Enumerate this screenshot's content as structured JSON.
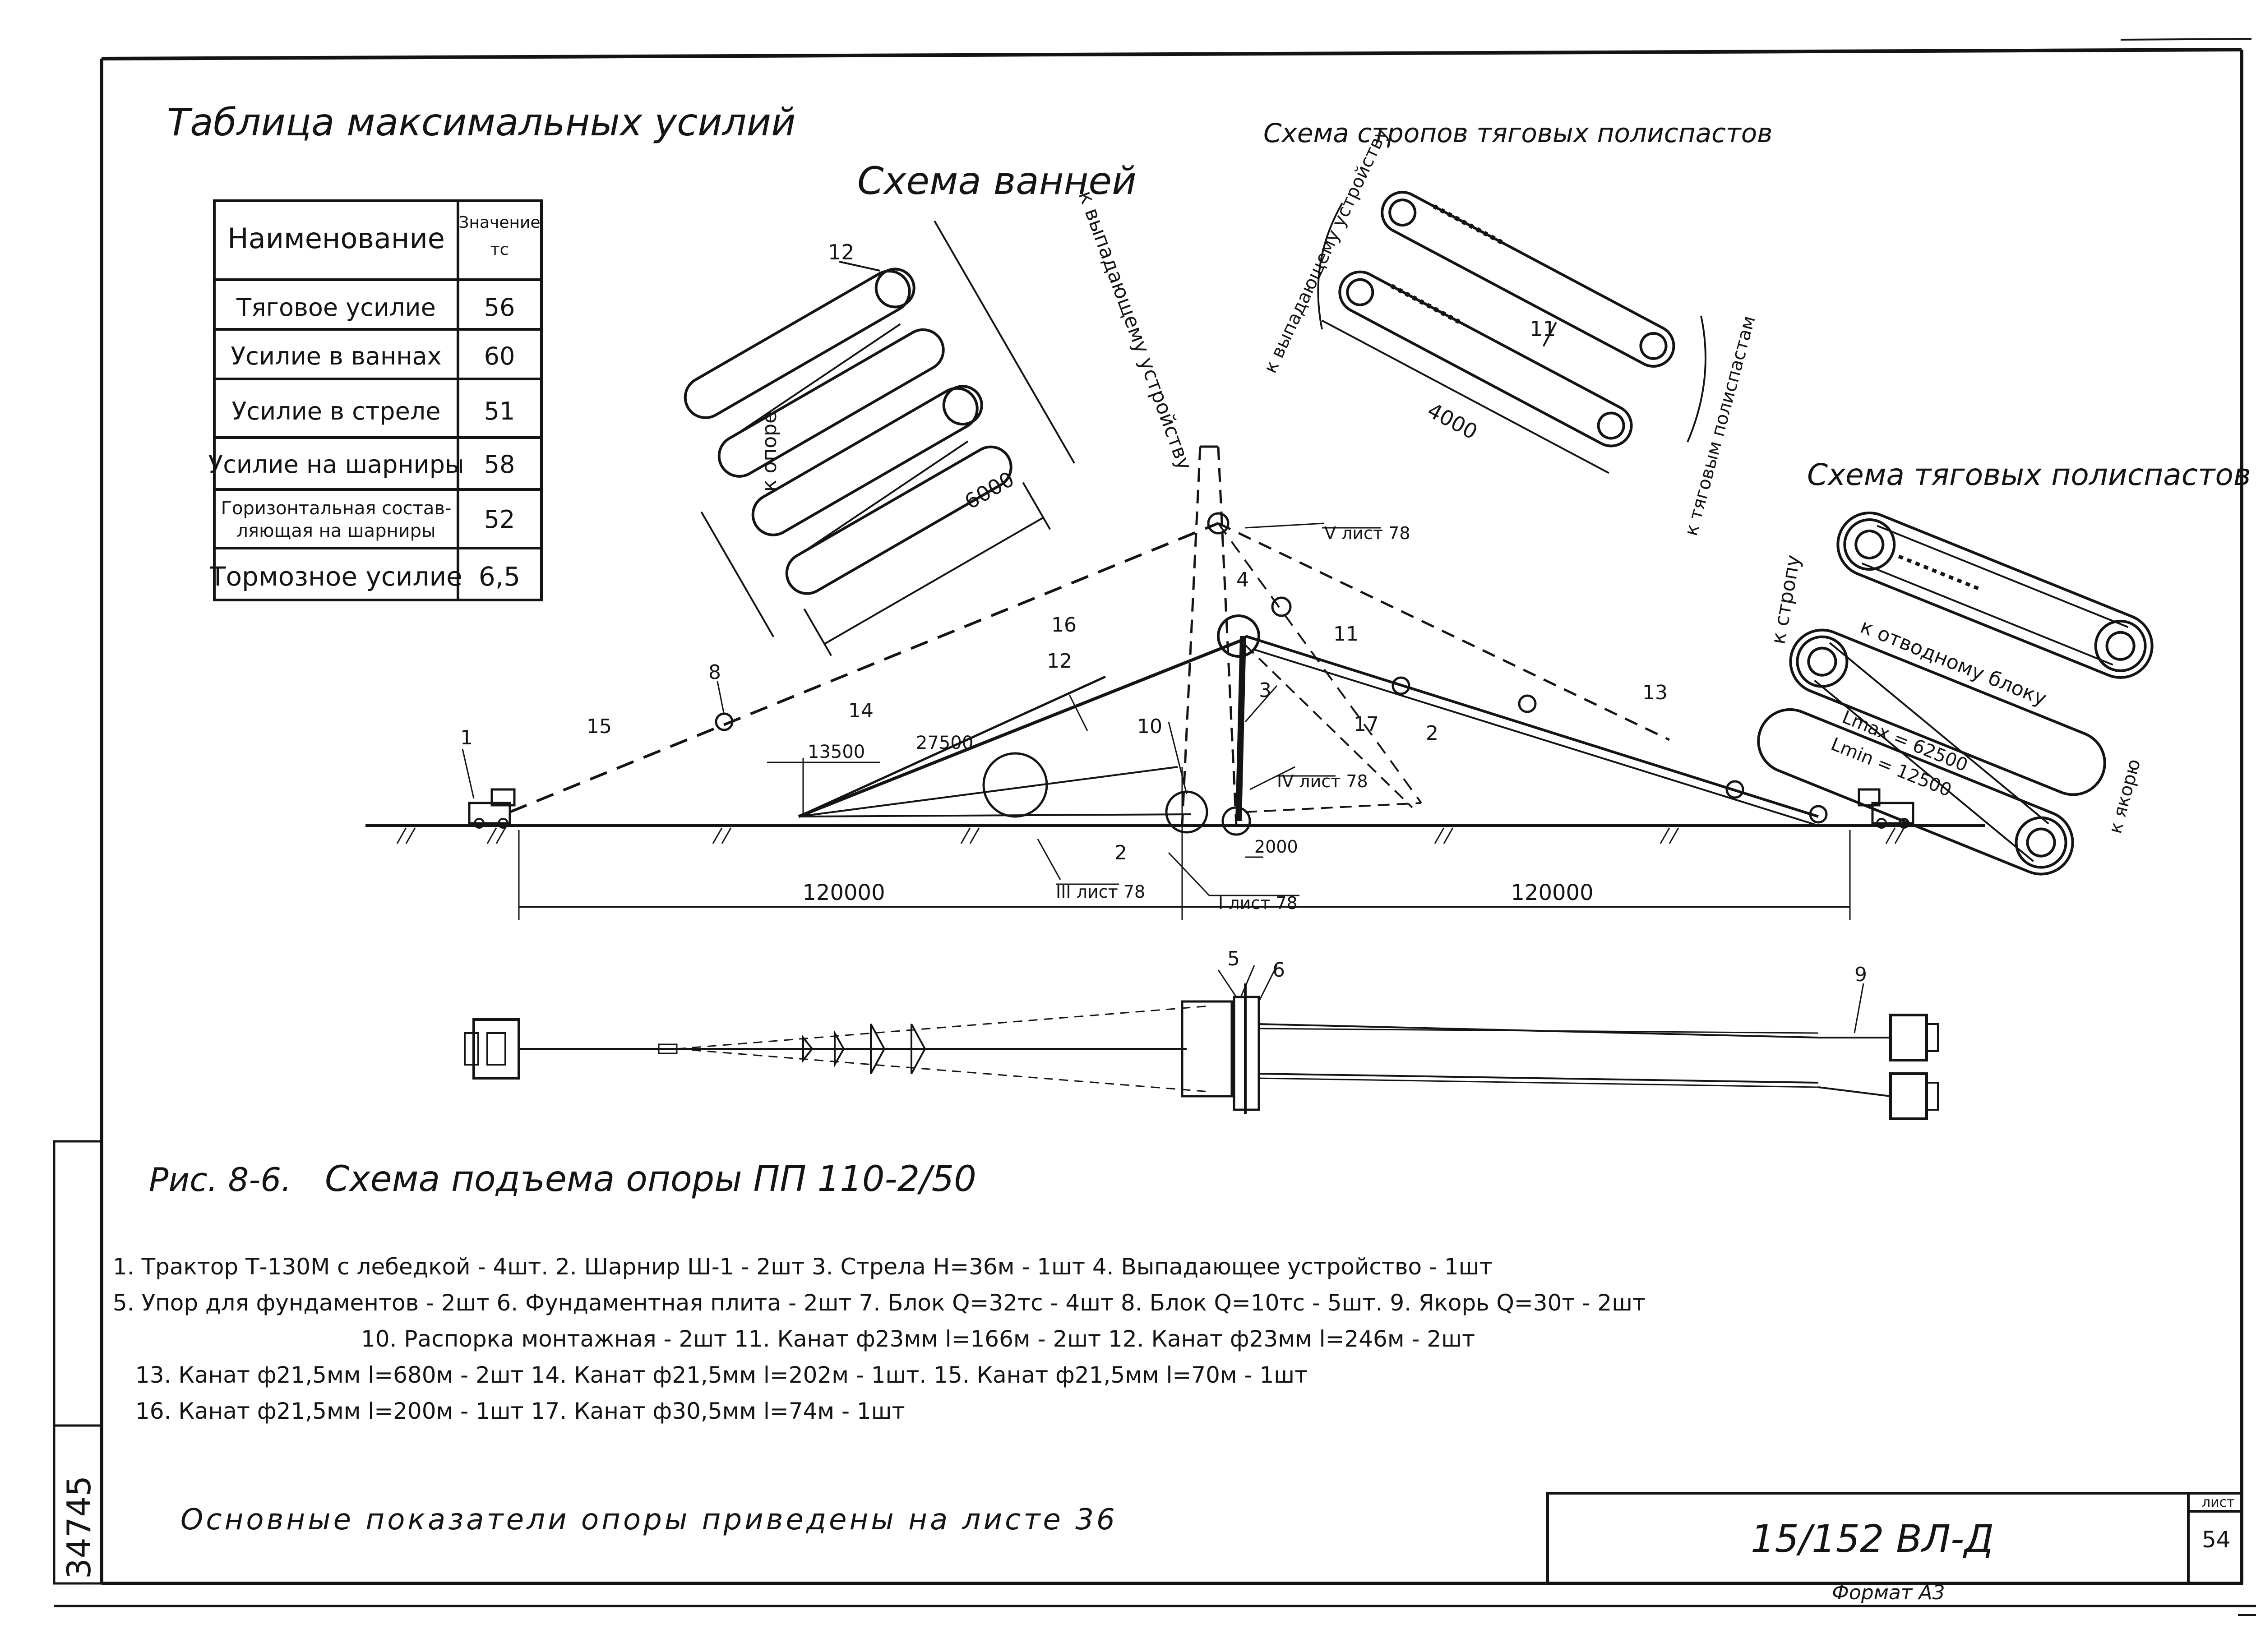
{
  "table": {
    "title": "Таблица максимальных усилий",
    "header_name": "Наименование",
    "header_value_line1": "Значение",
    "header_value_line2": "тс",
    "rows": [
      {
        "name": "Тяговое усилие",
        "value": "56"
      },
      {
        "name": "Усилие в ваннах",
        "value": "60"
      },
      {
        "name": "Усилие в стреле",
        "value": "51"
      },
      {
        "name": "Усилие на шарниры",
        "value": "58"
      },
      {
        "name": "Горизонтальная составляющая на шарниры",
        "name_line1": "Горизонтальная состав-",
        "name_line2": "ляющая на шарниры",
        "value": "52"
      },
      {
        "name": "Тормозное усилие",
        "value": "6,5"
      }
    ]
  },
  "vanny": {
    "title": "Схема ванней",
    "label_to_device": "к выпадающему устройству",
    "label_to_support": "к опоре",
    "dim": "6000",
    "callout": "12"
  },
  "stropy": {
    "title": "Схема стропов тяговых полиспастов",
    "label_to_device": "к выпадающему устройству",
    "label_to_hoists": "к тяговым полиспастам",
    "dim": "4000",
    "callout": "11"
  },
  "polispasty": {
    "title": "Схема тяговых полиспастов",
    "label_to_sling": "к стропу",
    "label_to_block": "к отводному блоку",
    "label_to_anchor": "к якорю",
    "lmax": "Lmax = 62500",
    "lmin": "Lmin = 12500"
  },
  "elevation": {
    "dim_left": "120000",
    "dim_right": "120000",
    "dim_13500": "13500",
    "dim_27500": "27500",
    "dim_2000": "2000",
    "sheet_refs": [
      "V лист 78",
      "IV лист 78",
      "III лист 78",
      "I лист 78"
    ],
    "callouts": [
      "1",
      "2",
      "2",
      "3",
      "4",
      "8",
      "10",
      "11",
      "12",
      "13",
      "14",
      "15",
      "16",
      "17"
    ]
  },
  "plan": {
    "callouts": [
      "5",
      "6",
      "9"
    ]
  },
  "caption": {
    "prefix": "Рис. 8-6.",
    "title": "Схема подъема опоры ПП 110-2/50"
  },
  "legend": [
    "1. Трактор Т-130М с лебедкой - 4шт. 2. Шарнир Ш-1 - 2шт 3. Стрела    Н=36м - 1шт 4. Выпадающее устройство    - 1шт",
    "5. Упор для фундаментов - 2шт 6. Фундаментная плита - 2шт 7. Блок Q=32тс - 4шт  8. Блок Q=10тс - 5шт.  9. Якорь Q=30т - 2шт",
    "10. Распорка монтажная - 2шт  11. Канат ф23мм  l=166м - 2шт  12. Канат ф23мм  l=246м - 2шт",
    "13. Канат ф21,5мм l=680м - 2шт 14. Канат ф21,5мм  l=202м - 1шт. 15. Канат ф21,5мм  l=70м - 1шт",
    "16. Канат ф21,5мм l=200м - 1шт  17.  Канат ф30,5мм l=74м - 1шт"
  ],
  "note": "Основные показатели опоры приведены на листе 36",
  "side_number": "34745",
  "title_block": {
    "code": "15/152 ВЛ-Д",
    "sheet_label": "лист",
    "sheet_number": "54"
  },
  "format": "Формат А3"
}
